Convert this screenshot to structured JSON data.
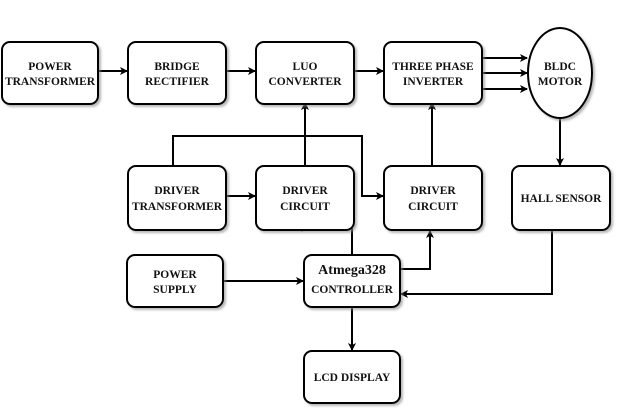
{
  "blocks": {
    "power_transformer": [
      "POWER",
      "TRANSFORMER"
    ],
    "bridge_rectifier": [
      "BRIDGE",
      "RECTIFIER"
    ],
    "luo_converter": [
      "LUO",
      "CONVERTER"
    ],
    "three_phase_inverter": [
      "THREE PHASE",
      "INVERTER"
    ],
    "bldc_motor": [
      "BLDC",
      "MOTOR"
    ],
    "driver_transformer": [
      "DRIVER",
      "TRANSFORMER"
    ],
    "driver_circuit_1": [
      "DRIVER",
      "CIRCUIT"
    ],
    "driver_circuit_2": [
      "DRIVER",
      "CIRCUIT"
    ],
    "hall_sensor": "HALL SENSOR",
    "power_supply": [
      "POWER",
      "SUPPLY"
    ],
    "controller": [
      "Atmega328",
      "CONTROLLER"
    ],
    "lcd_display": "LCD DISPLAY"
  }
}
